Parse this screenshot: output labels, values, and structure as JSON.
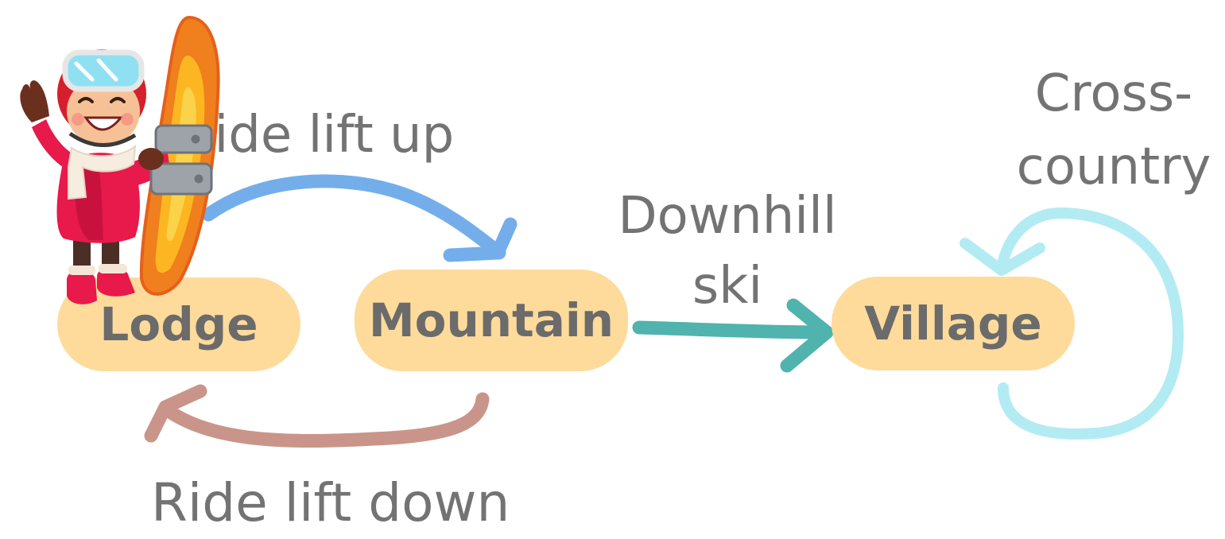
{
  "nodes": {
    "lodge": "Lodge",
    "mountain": "Mountain",
    "village": "Village"
  },
  "edges": {
    "ride_lift_up": "Ride lift up",
    "ride_lift_down": "Ride lift down",
    "downhill_line1": "Downhill",
    "downhill_line2": "ski",
    "cross_line1": "Cross-",
    "cross_line2": "country"
  },
  "colors": {
    "node_fill": "#fedb9b",
    "node_text": "#6b6b6b",
    "label_text": "#737373",
    "lift_up": "#74aeea",
    "lift_down": "#c9958a",
    "downhill": "#50b3ad",
    "cross_country": "#b3ebf3"
  },
  "illustration": "snowboarder-character"
}
